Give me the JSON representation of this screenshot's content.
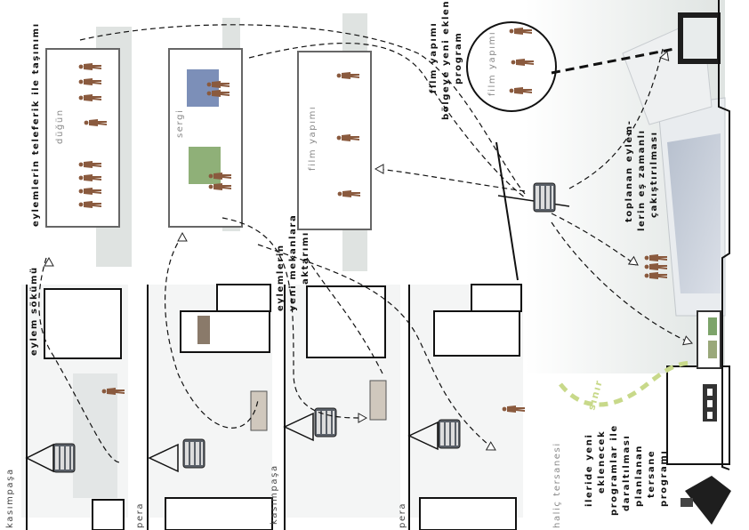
{
  "labels": {
    "eylem_sokumu": "eylem sökümü",
    "teleferik": "eylemlerin teleferik ile taşınımı",
    "yeni_mekan_1": "eylemlerin",
    "yeni_mekan_2": "yeni mekanlara",
    "yeni_mekan_3": "aktarımı",
    "film_1": "film yapımı",
    "film_2": "bölgeye yeni eklenen",
    "film_3": "program",
    "toplanan_1": "toplanan eylem-",
    "toplanan_2": "lerin eş zamanlı",
    "toplanan_3": "çakıştırılması",
    "ileride_1": "ileride yeni",
    "ileride_2": "eklenecek",
    "ileride_3": "programlar ile",
    "ileride_4": "daraltılması",
    "ileride_5": "planlanan",
    "ileride_6": "tersane",
    "ileride_7": "programı",
    "sinir": "sınır"
  },
  "places": {
    "kasimpasa": "kasımpaşa",
    "pera": "pera",
    "halic": "haliç tersanesi"
  },
  "panels": {
    "dugun": "düğün",
    "sergi": "sergi",
    "film": "film yapımı",
    "circle_film": "film yapımı"
  },
  "colors": {
    "figure": "#8a5a3e",
    "border": "#555555",
    "boundary_dash": "#c8d98a",
    "sky": "#d4dcd8",
    "crane_rope": "#333333"
  }
}
